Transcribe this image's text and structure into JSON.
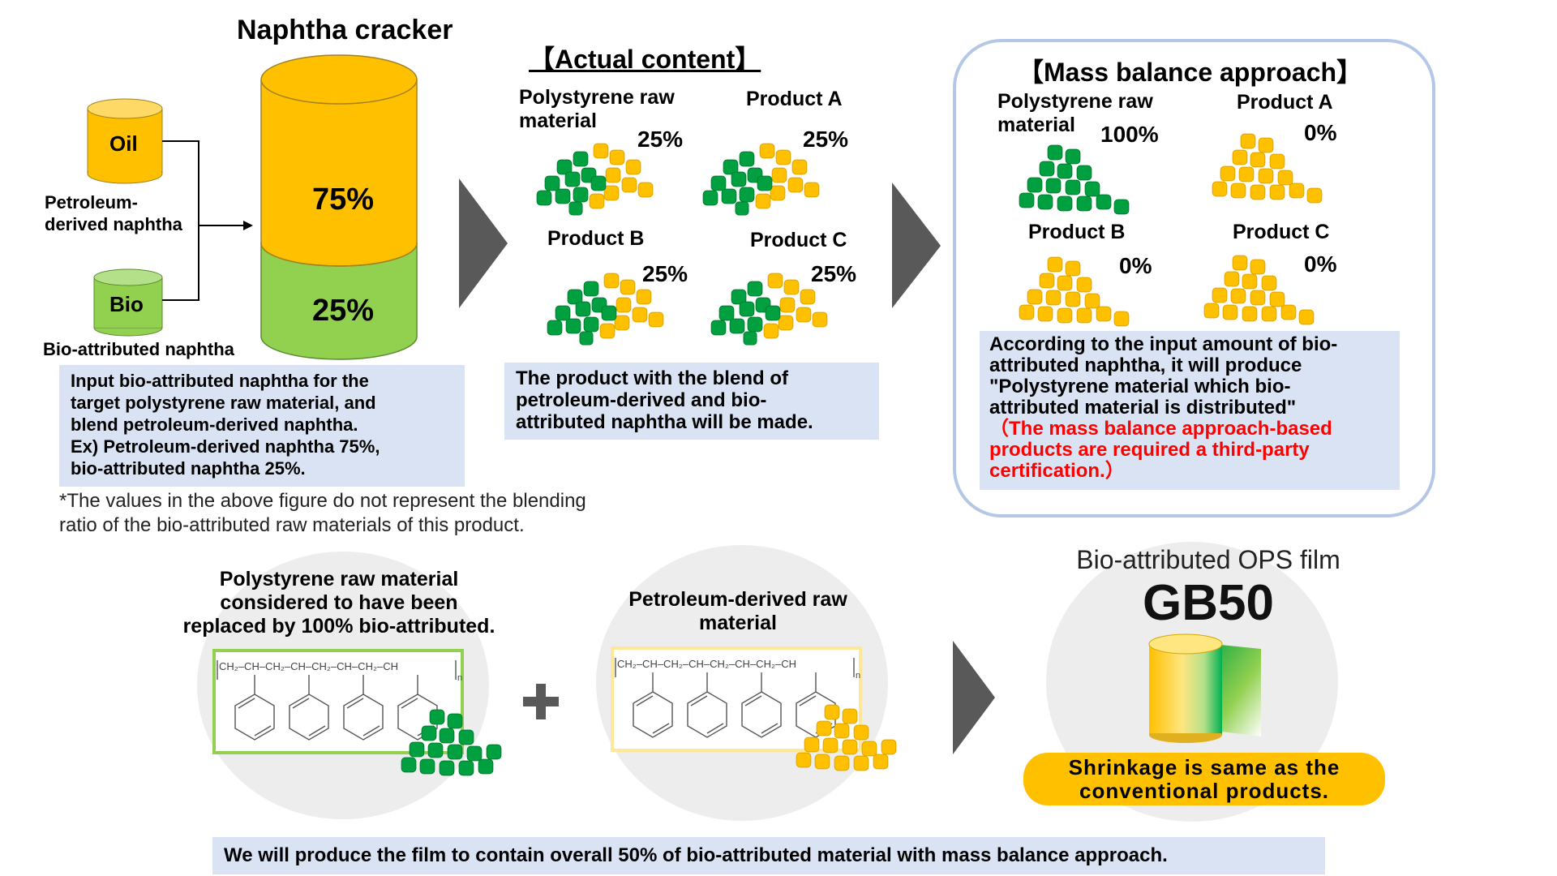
{
  "top_left": {
    "title": "Naphtha cracker",
    "oil_label": "Oil",
    "bio_label": "Bio",
    "petroleum_label_l1": "Petroleum-",
    "petroleum_label_l2": "derived naphtha",
    "bio_naphtha_label": "Bio-attributed naphtha",
    "pct_petroleum": "75%",
    "pct_bio": "25%",
    "description": [
      "Input bio-attributed naphtha for the",
      "target polystyrene raw material, and",
      "blend petroleum-derived naphtha.",
      "Ex) Petroleum-derived naphtha 75%,",
      "bio-attributed naphtha 25%."
    ],
    "footnote": [
      "*The values in the above figure do not represent the blending",
      "ratio of the bio-attributed raw materials of this product."
    ]
  },
  "actual": {
    "title": "【Actual content】",
    "items": [
      {
        "label_l1": "Polystyrene raw",
        "label_l2": "material",
        "pct": "25%"
      },
      {
        "label_l1": "Product A",
        "label_l2": "",
        "pct": "25%"
      },
      {
        "label_l1": "Product B",
        "label_l2": "",
        "pct": "25%"
      },
      {
        "label_l1": "Product C",
        "label_l2": "",
        "pct": "25%"
      }
    ],
    "description": [
      "The product with the blend of",
      "petroleum-derived and bio-",
      "attributed naphtha will be made."
    ]
  },
  "mass_balance": {
    "title": "【Mass balance approach】",
    "items": [
      {
        "label_l1": "Polystyrene raw",
        "label_l2": "material",
        "pct": "100%"
      },
      {
        "label_l1": "Product A",
        "label_l2": "",
        "pct": "0%"
      },
      {
        "label_l1": "Product B",
        "label_l2": "",
        "pct": "0%"
      },
      {
        "label_l1": "Product C",
        "label_l2": "",
        "pct": "0%"
      }
    ],
    "description": [
      "According to the input amount of bio-",
      "attributed naphtha, it will produce",
      "\"Polystyrene material which bio-",
      "attributed material is distributed\""
    ],
    "note": [
      "（The mass balance approach-based",
      "products are required a third-party",
      "certification.）"
    ]
  },
  "bottom": {
    "ps_text": [
      "Polystyrene raw material",
      "considered to have been",
      "replaced by 100% bio-attributed."
    ],
    "petro_text": [
      "Petroleum-derived raw",
      "material"
    ],
    "film_title": "Bio-attributed OPS film",
    "product_name": "GB50",
    "shrinkage": [
      "Shrinkage is same as the",
      "conventional products."
    ],
    "conclusion": "We will produce the film to contain overall 50% of bio-attributed material with mass balance approach.",
    "formula": "CH₂–CH–CH₂–CH–CH₂–CH–CH₂–CH",
    "subscript": "n"
  },
  "colors": {
    "yellow": "#ffc000",
    "green": "#92d050",
    "dark_green": "#00a040",
    "pale_blue": "#dae3f3",
    "arrow": "#595959",
    "red": "#ff0000"
  }
}
